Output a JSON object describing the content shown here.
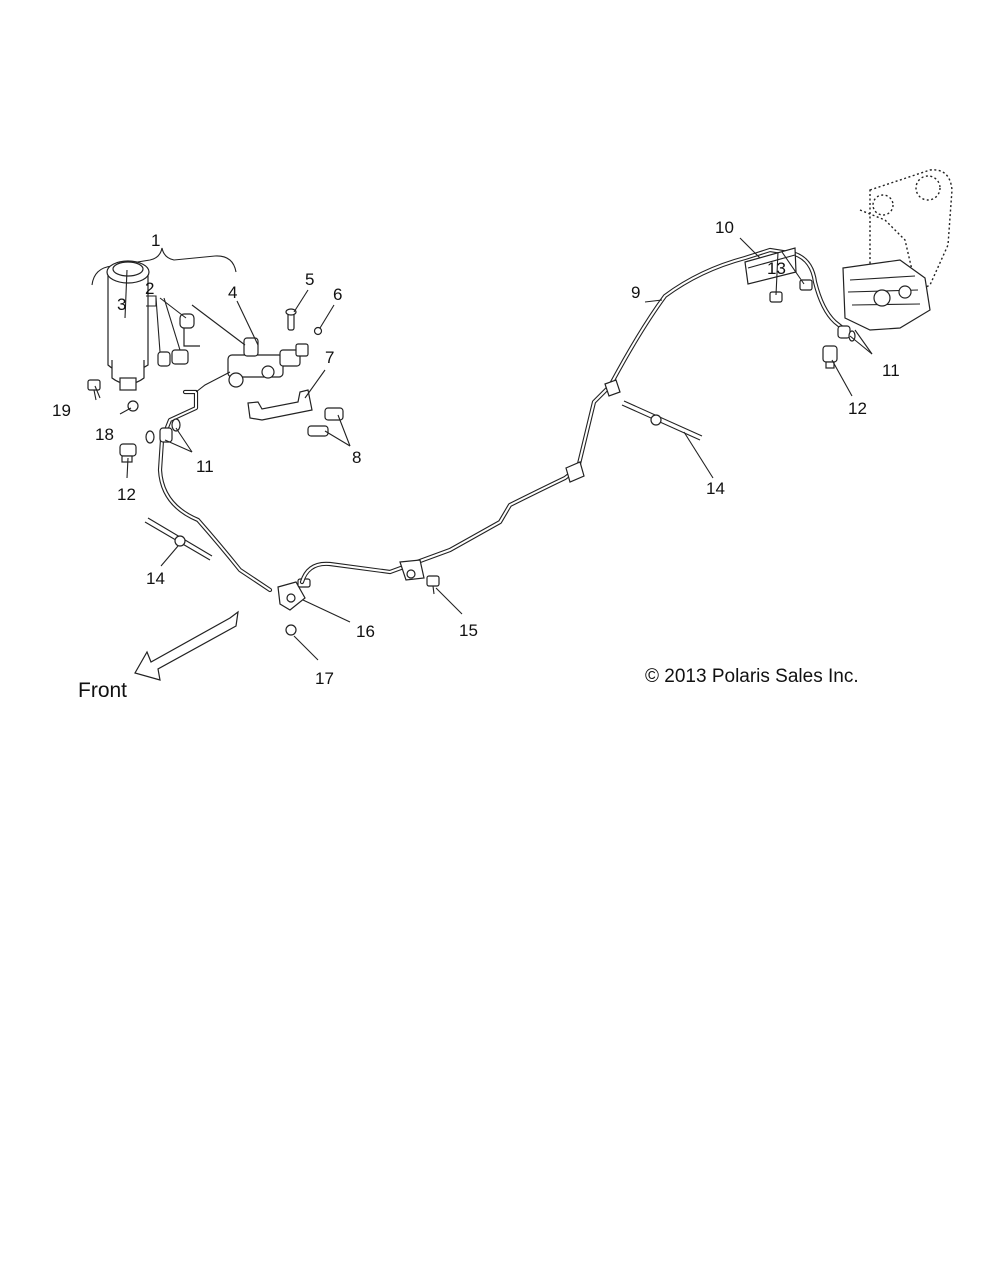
{
  "callouts": {
    "c1": "1",
    "c2": "2",
    "c3": "3",
    "c4": "4",
    "c5": "5",
    "c6": "6",
    "c7": "7",
    "c8": "8",
    "c9": "9",
    "c10": "10",
    "c11a": "11",
    "c11b": "11",
    "c12a": "12",
    "c12b": "12",
    "c13": "13",
    "c14a": "14",
    "c14b": "14",
    "c15": "15",
    "c16": "16",
    "c17": "17",
    "c18": "18",
    "c19": "19"
  },
  "front_label": "Front",
  "copyright": "© 2013 Polaris Sales Inc."
}
